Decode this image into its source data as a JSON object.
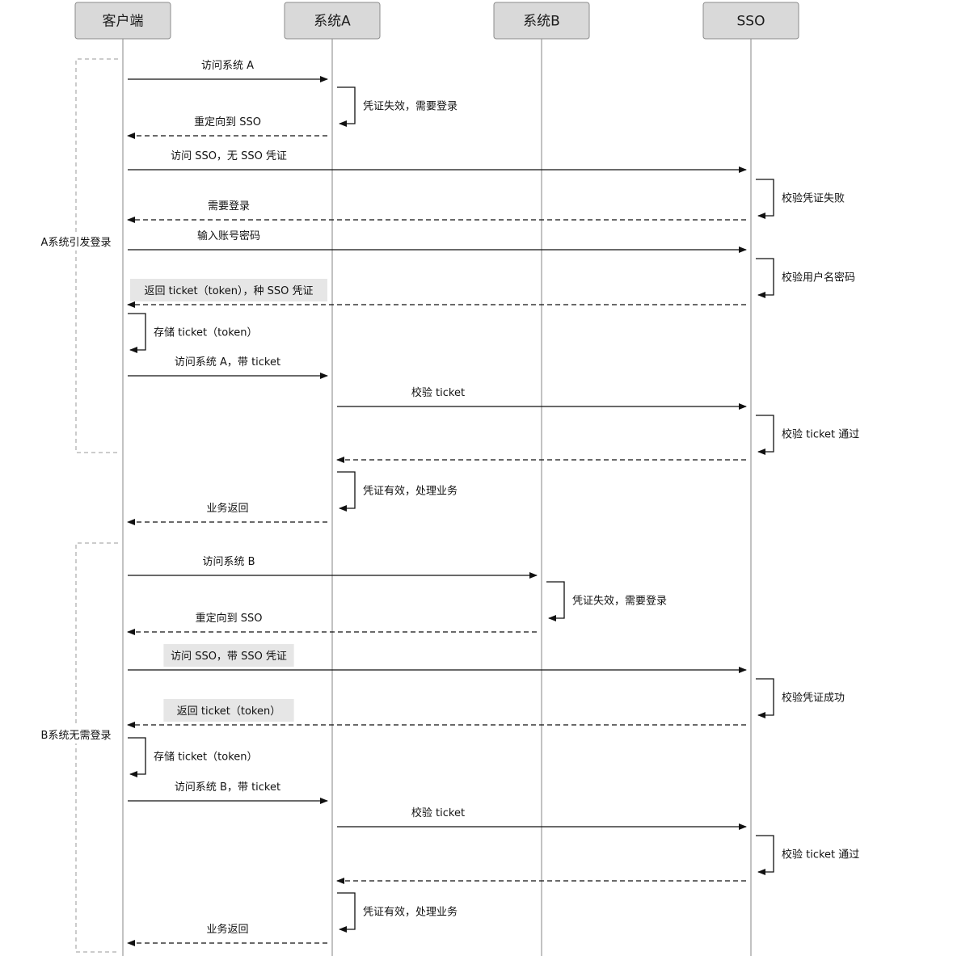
{
  "participants": [
    {
      "id": "client",
      "label": "客户端"
    },
    {
      "id": "sysA",
      "label": "系统A"
    },
    {
      "id": "sysB",
      "label": "系统B"
    },
    {
      "id": "sso",
      "label": "SSO"
    }
  ],
  "groups": [
    {
      "label": "A系统引发登录"
    },
    {
      "label": "B系统无需登录"
    }
  ],
  "messages": [
    {
      "from": "client",
      "to": "sysA",
      "label": "访问系统 A",
      "style": "solid"
    },
    {
      "from": "sysA",
      "to": "sysA",
      "label": "凭证失效，需要登录",
      "style": "self"
    },
    {
      "from": "sysA",
      "to": "client",
      "label": "重定向到 SSO",
      "style": "dashed"
    },
    {
      "from": "client",
      "to": "sso",
      "label": "访问 SSO，无 SSO 凭证",
      "style": "solid"
    },
    {
      "from": "sso",
      "to": "sso",
      "label": "校验凭证失败",
      "style": "self"
    },
    {
      "from": "sso",
      "to": "client",
      "label": "需要登录",
      "style": "dashed"
    },
    {
      "from": "client",
      "to": "sso",
      "label": "输入账号密码",
      "style": "solid"
    },
    {
      "from": "sso",
      "to": "sso",
      "label": "校验用户名密码",
      "style": "self"
    },
    {
      "from": "sso",
      "to": "client",
      "label": "返回 ticket（token），种 SSO 凭证",
      "style": "dashed",
      "highlight": true
    },
    {
      "from": "client",
      "to": "client",
      "label": "存储 ticket（token）",
      "style": "self"
    },
    {
      "from": "client",
      "to": "sysA",
      "label": "访问系统 A，带 ticket",
      "style": "solid"
    },
    {
      "from": "sysA",
      "to": "sso",
      "label": "校验 ticket",
      "style": "solid"
    },
    {
      "from": "sso",
      "to": "sso",
      "label": "校验 ticket 通过",
      "style": "self"
    },
    {
      "from": "sso",
      "to": "sysA",
      "label": "",
      "style": "dashed"
    },
    {
      "from": "sysA",
      "to": "sysA",
      "label": "凭证有效，处理业务",
      "style": "self"
    },
    {
      "from": "sysA",
      "to": "client",
      "label": "业务返回",
      "style": "dashed"
    },
    {
      "from": "client",
      "to": "sysB",
      "label": "访问系统 B",
      "style": "solid"
    },
    {
      "from": "sysB",
      "to": "sysB",
      "label": "凭证失效，需要登录",
      "style": "self"
    },
    {
      "from": "sysB",
      "to": "client",
      "label": "重定向到 SSO",
      "style": "dashed"
    },
    {
      "from": "client",
      "to": "sso",
      "label": "访问 SSO，带 SSO  凭证",
      "style": "solid",
      "highlight": true
    },
    {
      "from": "sso",
      "to": "sso",
      "label": "校验凭证成功",
      "style": "self"
    },
    {
      "from": "sso",
      "to": "client",
      "label": "返回 ticket（token）",
      "style": "dashed",
      "highlight": true
    },
    {
      "from": "client",
      "to": "client",
      "label": "存储 ticket（token）",
      "style": "self"
    },
    {
      "from": "client",
      "to": "sysA",
      "label": "访问系统 B，带 ticket",
      "style": "solid"
    },
    {
      "from": "sysA",
      "to": "sso",
      "label": "校验 ticket",
      "style": "solid"
    },
    {
      "from": "sso",
      "to": "sso",
      "label": "校验 ticket 通过",
      "style": "self"
    },
    {
      "from": "sso",
      "to": "sysA",
      "label": "",
      "style": "dashed"
    },
    {
      "from": "sysA",
      "to": "sysA",
      "label": "凭证有效，处理业务",
      "style": "self"
    },
    {
      "from": "sysA",
      "to": "client",
      "label": "业务返回",
      "style": "dashed"
    }
  ],
  "colors": {
    "header_fill": "#d9d9d9",
    "header_stroke": "#8c8c8c",
    "lifeline": "#999999",
    "arrow": "#111111",
    "highlight_fill": "#e6e6e6",
    "group_border": "#9a9a9a"
  }
}
